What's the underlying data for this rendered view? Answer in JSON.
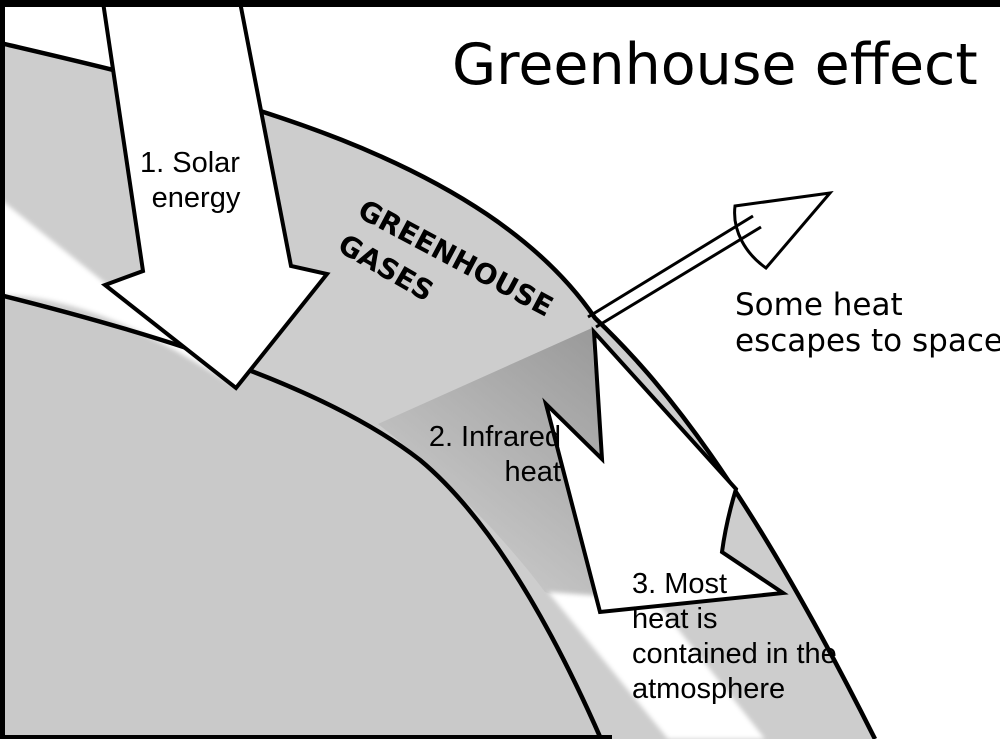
{
  "title": "Greenhouse effect",
  "atmosphere_band": {
    "label_line1": "GREENHOUSE",
    "label_line2": "GASES"
  },
  "arrows": {
    "solar": {
      "label_line1": "1. Solar",
      "label_line2": "energy"
    },
    "infrared": {
      "label_line1": "2. Infrared",
      "label_line2": "heat"
    },
    "contained": {
      "label_line1": "3. Most",
      "label_line2": "heat is",
      "label_line3": "contained in the",
      "label_line4": "atmosphere"
    },
    "escape": {
      "label_line1": "Some heat",
      "label_line2": "escapes to space"
    }
  },
  "colors": {
    "background": "#ffffff",
    "atmosphere": "#cdcdcd",
    "earth": "#c9c9c9",
    "infrared_wedge_dark": "#9a9a9a",
    "infrared_wedge_light": "#c9c9c9",
    "arrow_fill": "#ffffff",
    "band": "#ffffff",
    "frame": "#000000"
  }
}
